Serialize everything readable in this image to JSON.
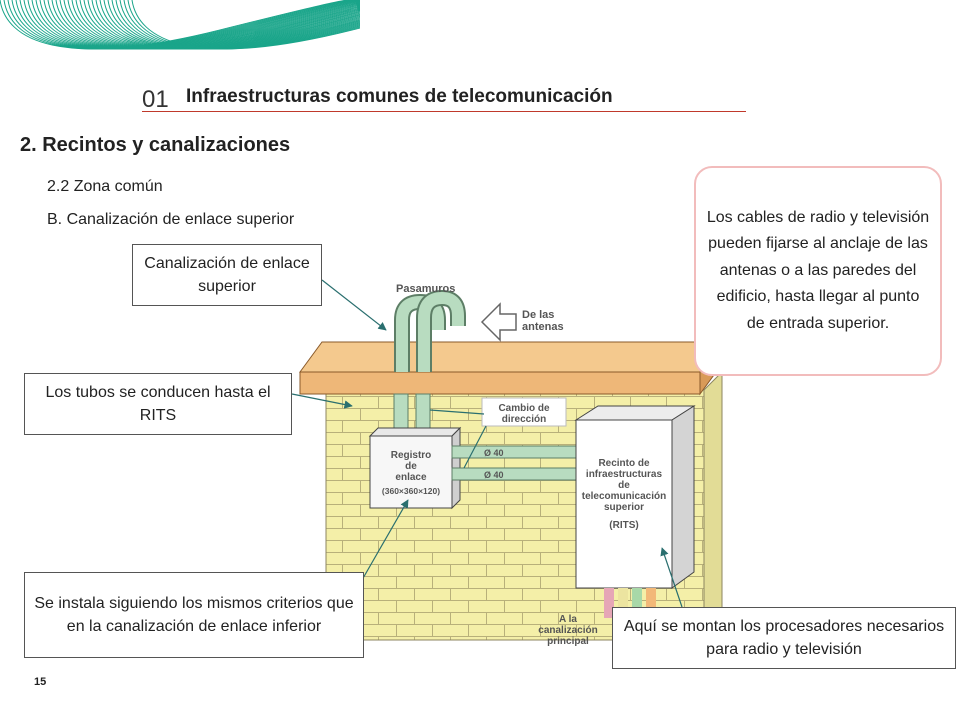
{
  "header": {
    "chapter_number": "01",
    "chapter_title": "Infraestructuras comunes de telecomunicación"
  },
  "section": {
    "title": "2. Recintos y canalizaciones",
    "subsection": "2.2 Zona común",
    "topic": "B. Canalización de enlace superior"
  },
  "callouts": {
    "canalizacion": "Canalización de enlace superior",
    "tubos": "Los tubos se conducen hasta el RITS",
    "instala": "Se instala siguiendo los mismos criterios que en la canalización de enlace inferior",
    "procesadores": "Aquí se montan los procesadores necesarios para radio y televisión",
    "cables": "Los cables de radio y televisión pueden fijarse al anclaje de las antenas o a las paredes del edificio, hasta llegar al punto de entrada superior."
  },
  "diagram": {
    "pasamuros": "Pasamuros",
    "de_las": "De las",
    "antenas": "antenas",
    "cambio_1": "Cambio de",
    "cambio_2": "dirección",
    "registro_1": "Registro",
    "registro_2": "de",
    "registro_3": "enlace",
    "registro_dim": "(360×360×120)",
    "pipe_1": "Ø 40",
    "pipe_2": "Ø 40",
    "rits_1": "Recinto de",
    "rits_2": "infraestructuras",
    "rits_3": "de",
    "rits_4": "telecomunicación",
    "rits_5": "superior",
    "rits_6": "(RITS)",
    "a_la_1": "A la",
    "a_la_2": "canalización",
    "a_la_3": "principal"
  },
  "colors": {
    "wall_brick": "#f4efa8",
    "wall_mortar": "#b8b07a",
    "roof": "#eeb778",
    "pipe": "#b8dcc0",
    "deco_stroke": "#1aa58a",
    "rule": "#c0392b"
  },
  "page": {
    "number": "15"
  }
}
